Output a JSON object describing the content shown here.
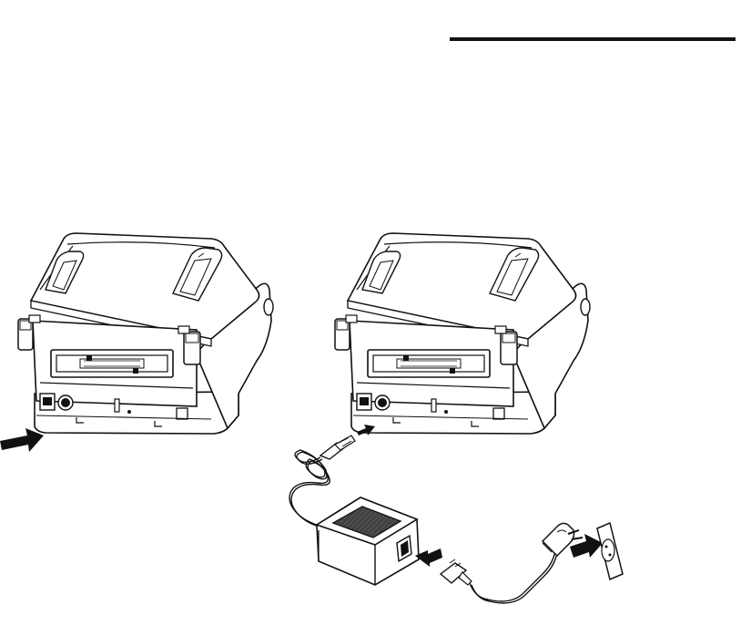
{
  "figure": {
    "line_color": "#111111",
    "fill_color": "#ffffff",
    "shadow_color": "#e8e8e8",
    "arrow_color": "#111111",
    "adapter_top_color": "#1a1a1a"
  },
  "icons": {
    "header_rule": "horizontal-rule",
    "printer_left": "label-printer-rear-view",
    "printer_right": "label-printer-rear-view",
    "arrow_power_switch": "arrow-right-icon",
    "arrow_dc_jack": "arrow-up-right-icon",
    "dc_plug": "dc-plug-icon",
    "power_adapter": "power-adapter-icon",
    "arrow_adapter_inlet": "arrow-left-icon",
    "ac_cord": "ac-power-cord-icon",
    "wall_outlet": "wall-outlet-icon",
    "arrow_outlet": "arrow-right-icon"
  }
}
